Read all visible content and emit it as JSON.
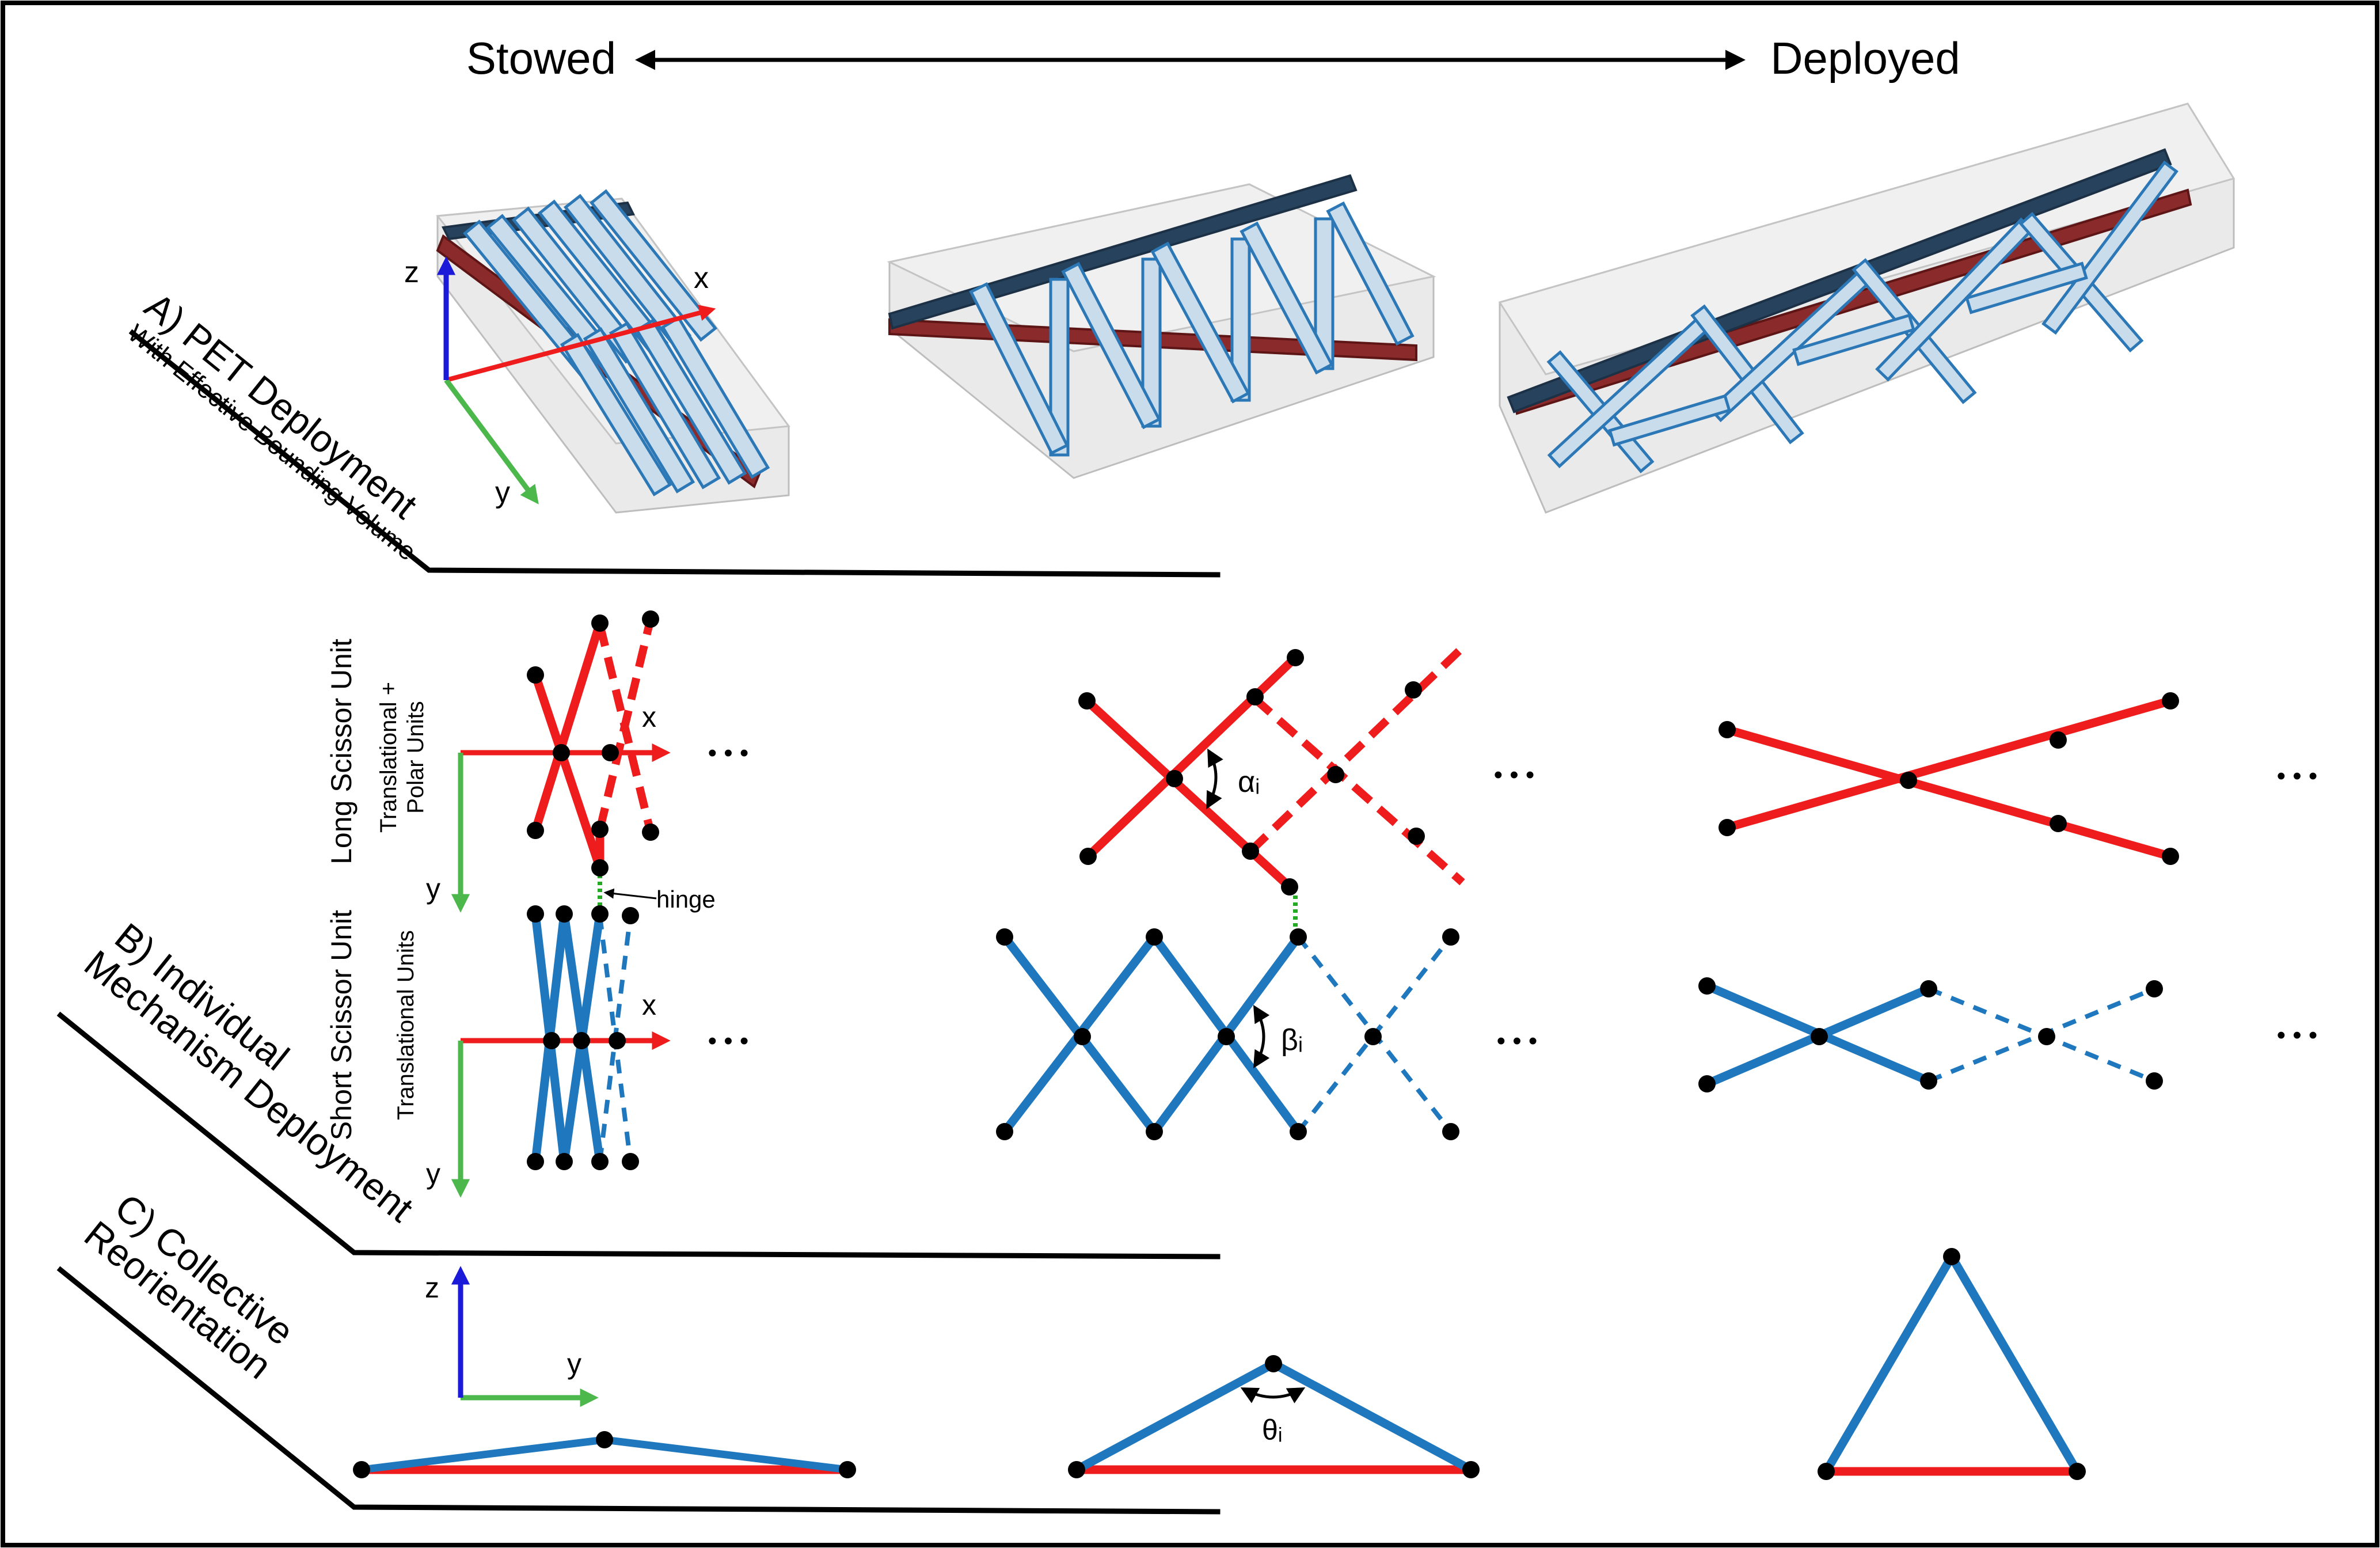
{
  "header": {
    "left_label": "Stowed",
    "right_label": "Deployed"
  },
  "sections": {
    "a": {
      "title": "A) PET Deployment",
      "subtitle": "With Effective Bounding Volume"
    },
    "b": {
      "title_line1": "B) Individual",
      "title_line2": "Mechanism Deployment"
    },
    "c": {
      "title_line1": "C) Collective",
      "title_line2": "Reorientation"
    }
  },
  "side_labels": {
    "long_unit": "Long Scissor Unit",
    "long_unit_type_line1": "Translational +",
    "long_unit_type_line2": "Polar Units",
    "short_unit": "Short Scissor Unit",
    "short_unit_type": "Translational Units"
  },
  "axes": {
    "x": "x",
    "y": "y",
    "z": "z"
  },
  "annotations": {
    "hinge": "hinge",
    "alpha": "αᵢ",
    "beta": "βᵢ",
    "theta": "θᵢ",
    "ellipsis": "• • •"
  },
  "colors": {
    "long_scissor": "#ee1c1c",
    "short_scissor": "#1f78be",
    "x_axis": "#ee1c1c",
    "y_axis": "#4cb84c",
    "z_axis": "#1a1ad8",
    "joint": "#000000"
  }
}
